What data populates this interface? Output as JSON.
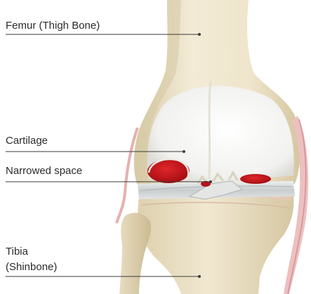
{
  "labels": {
    "femur": "Femur (Thigh Bone)",
    "cartilage": "Cartilage",
    "narrowed_space": "Narrowed space",
    "tibia_line1": "Tibia",
    "tibia_line2": "(Shinbone)"
  },
  "colors": {
    "background": "#ffffff",
    "bone": "#efe6cf",
    "bone_shadow": "#d8cba9",
    "cartilage": "#f4f4f2",
    "damage_red": "#c8161b",
    "meniscus": "#d9dcdc",
    "ligament": "#e9b8b8",
    "leader_line": "#3a3a3a",
    "text": "#2b2b2b"
  }
}
